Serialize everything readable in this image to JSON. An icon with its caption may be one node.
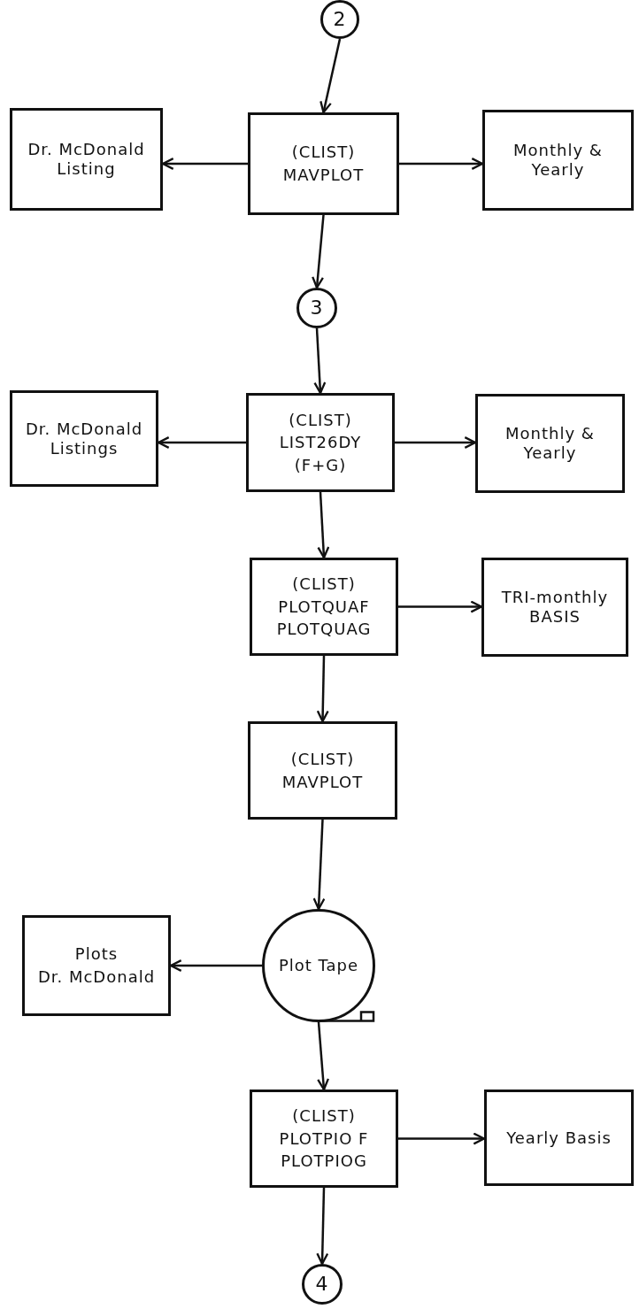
{
  "diagram": {
    "nodes": [
      {
        "text": [
          "2"
        ]
      },
      {
        "text": [
          "(CLIST)",
          "MAVPLOT"
        ]
      },
      {
        "text": [
          "Dr. McDonald Listing"
        ]
      },
      {
        "text": [
          "Monthly & Yearly"
        ]
      },
      {
        "text": [
          "3"
        ]
      },
      {
        "text": [
          "(CLIST)",
          "LIST26DY",
          "(F+G)"
        ]
      },
      {
        "text": [
          "Dr. McDonald Listings"
        ]
      },
      {
        "text": [
          "Monthly & Yearly"
        ]
      },
      {
        "text": [
          "(CLIST)",
          "PLOTQUAF",
          "PLOTQUAG"
        ]
      },
      {
        "text": [
          "TRI-monthly BASIS"
        ]
      },
      {
        "text": [
          "(CLIST)",
          "MAVPLOT"
        ]
      },
      {
        "text": [
          "Plot Tape"
        ]
      },
      {
        "text": [
          "Plots",
          "Dr. McDonald"
        ]
      },
      {
        "text": [
          "(CLIST)",
          "PLOTPIO F",
          "PLOTPIOG"
        ]
      },
      {
        "text": [
          "Yearly Basis"
        ]
      },
      {
        "text": [
          "4"
        ]
      }
    ],
    "edges": [
      {
        "from": 0,
        "to": 1,
        "arrow": "to"
      },
      {
        "from": 1,
        "to": 2,
        "arrow": "to"
      },
      {
        "from": 1,
        "to": 3,
        "arrow": "to"
      },
      {
        "from": 1,
        "to": 4,
        "arrow": "to"
      },
      {
        "from": 4,
        "to": 5,
        "arrow": "to"
      },
      {
        "from": 5,
        "to": 6,
        "arrow": "to"
      },
      {
        "from": 5,
        "to": 7,
        "arrow": "to"
      },
      {
        "from": 5,
        "to": 8,
        "arrow": "to"
      },
      {
        "from": 8,
        "to": 9,
        "arrow": "to"
      },
      {
        "from": 8,
        "to": 10,
        "arrow": "to"
      },
      {
        "from": 10,
        "to": 11,
        "arrow": "to"
      },
      {
        "from": 11,
        "to": 12,
        "arrow": "to"
      },
      {
        "from": 11,
        "to": 13,
        "arrow": "to"
      },
      {
        "from": 13,
        "to": 14,
        "arrow": "to"
      },
      {
        "from": 13,
        "to": 15,
        "arrow": "to"
      }
    ]
  }
}
